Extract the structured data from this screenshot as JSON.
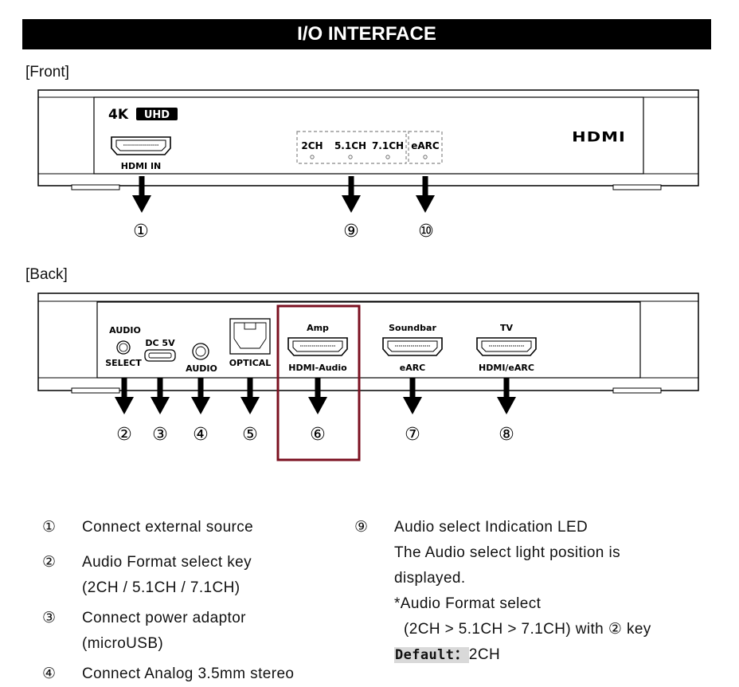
{
  "title": "I/O INTERFACE",
  "front": {
    "label": "[Front]",
    "badge_4k": "4K",
    "badge_uhd": "UHD",
    "port_label": "HDMI IN",
    "led_labels": [
      "2CH",
      "5.1CH",
      "7.1CH"
    ],
    "earc_led_label": "eARC",
    "hdmi_logo": "HDMI",
    "callouts": [
      "①",
      "⑨",
      "⑩"
    ]
  },
  "back": {
    "label": "[Back]",
    "audio_select_top": "AUDIO",
    "audio_select_bottom": "SELECT",
    "dc_label": "DC 5V",
    "audio_jack_label": "AUDIO",
    "optical_label": "OPTICAL",
    "amp_top": "Amp",
    "amp_bottom": "HDMI-Audio",
    "soundbar_top": "Soundbar",
    "soundbar_bottom": "eARC",
    "tv_top": "TV",
    "tv_bottom": "HDMI/eARC",
    "callouts": [
      "②",
      "③",
      "④",
      "⑤",
      "⑥",
      "⑦",
      "⑧"
    ],
    "highlight_color": "#7b1020"
  },
  "legend_left": [
    {
      "num": "①",
      "lines": [
        "Connect external source"
      ]
    },
    {
      "num": "②",
      "lines": [
        "Audio Format select key",
        "(2CH / 5.1CH / 7.1CH)"
      ]
    },
    {
      "num": "③",
      "lines": [
        "Connect power adaptor",
        "(microUSB)"
      ]
    },
    {
      "num": "④",
      "lines": [
        "Connect Analog 3.5mm stereo"
      ]
    }
  ],
  "legend_right": {
    "num": "⑨",
    "line1": "Audio select Indication LED",
    "line2": "The Audio select light position is",
    "line3": "displayed.",
    "line4": "*Audio Format select",
    "line5_pre": "(2CH > 5.1CH > 7.1CH) with ",
    "line5_num": "②",
    "line5_post": " key",
    "default_label": "Default：",
    "default_value": "2CH"
  }
}
